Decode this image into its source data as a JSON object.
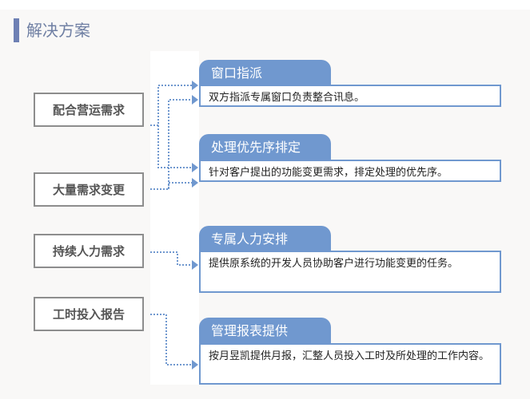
{
  "title": "解决方案",
  "needs": [
    "配合营运需求",
    "大量需求变更",
    "持续人力需求",
    "工时投入报告"
  ],
  "solutions": [
    {
      "title": "窗口指派",
      "desc": "双方指派专属窗口负责整合讯息。"
    },
    {
      "title": "处理优先序排定",
      "desc": "针对客户提出的功能变更需求，排定处理的优先序。"
    },
    {
      "title": "专属人力安排",
      "desc": "提供原系统的开发人员协助客户进行功能变更的任务。"
    },
    {
      "title": "管理报表提供",
      "desc": "按月昱凯提供月报，汇整人员投入工时及所处理的工作内容。"
    }
  ],
  "colors": {
    "accent": "#7098cf",
    "title": "#6f7fa3",
    "border": "#8d8d8d"
  }
}
